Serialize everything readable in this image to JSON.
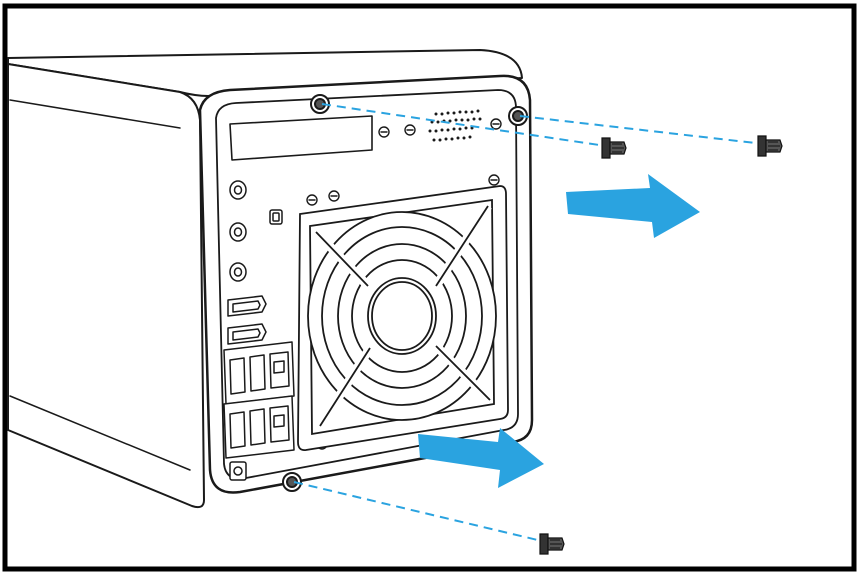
{
  "figure": {
    "kind": "installation-illustration",
    "icons": {
      "device": "nas-enclosure-icon",
      "fan": "fan-icon",
      "screw": "screw-icon",
      "arrow": "arrow-right-icon"
    },
    "colors": {
      "outline": "#1a1a1a",
      "arrow": "#2aa3e0",
      "guide_line": "#2aa3e0",
      "border": "#000000",
      "background": "#ffffff"
    },
    "screws_removed": 3,
    "arrows_shown": 2
  }
}
